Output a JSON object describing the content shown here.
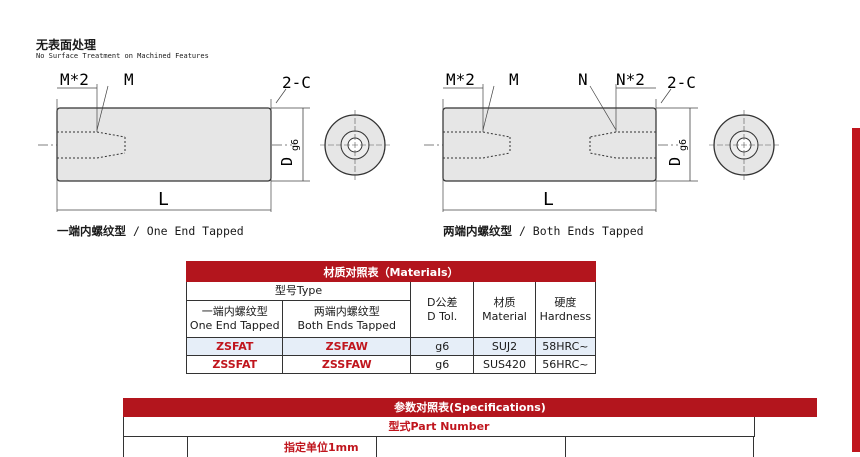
{
  "header": {
    "title_cn": "无表面处理",
    "title_en": "No Surface Treatment on Machined Features"
  },
  "drawing_labels": {
    "one_end": {
      "m2": "M*2",
      "m": "M",
      "chamfer": "2-C",
      "d": "D",
      "tol": "g6",
      "length": "L"
    },
    "both_ends": {
      "m2": "M*2",
      "m": "M",
      "n": "N",
      "n2": "N*2",
      "chamfer": "2-C",
      "d": "D",
      "tol": "g6",
      "length": "L"
    }
  },
  "captions": {
    "one_end_cn": "一端内螺纹型",
    "one_end_en": "/ One End Tapped",
    "both_ends_cn": "两端内螺纹型",
    "both_ends_en": "/ Both Ends Tapped"
  },
  "materials": {
    "title": "材质对照表（Materials）",
    "type_header": "型号Type",
    "col_one_end_cn": "一端内螺纹型",
    "col_one_end_en": "One End Tapped",
    "col_both_cn": "两端内螺纹型",
    "col_both_en": "Both Ends Tapped",
    "col_dtol_cn": "D公差",
    "col_dtol_en": "D Tol.",
    "col_mat_cn": "材质",
    "col_mat_en": "Material",
    "col_hard_cn": "硬度",
    "col_hard_en": "Hardness",
    "rows": [
      {
        "one_end": "ZSFAT",
        "both": "ZSFAW",
        "dtol": "g6",
        "material": "SUJ2",
        "hardness": "58HRC~"
      },
      {
        "one_end": "ZSSFAT",
        "both": "ZSSFAW",
        "dtol": "g6",
        "material": "SUS420",
        "hardness": "56HRC~"
      }
    ]
  },
  "spec": {
    "title": "参数对照表(Specifications)",
    "part_number": "型式Part Number",
    "unit": "指定单位1mm"
  },
  "colors": {
    "accent_red": "#b3151d",
    "row_blue": "#e6eef8"
  }
}
